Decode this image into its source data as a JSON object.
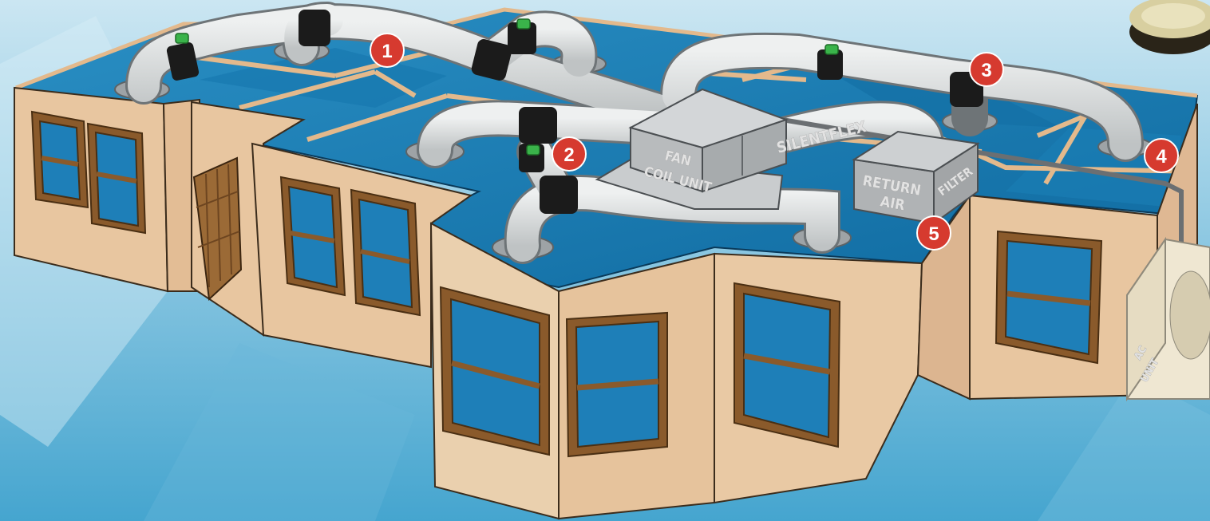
{
  "colors": {
    "sky_top": "#c6e3f0",
    "sky_bottom": "#4aa8d0",
    "wall": "#e8c7a2",
    "wall_shadow": "#d6b18c",
    "room_floor": "#1f7fb5",
    "room_floor_dark": "#0f5f8f",
    "duct": "#d9dcdc",
    "duct_band": "#1b1b1b",
    "badge": "#d63a2f",
    "window_frame": "#8a5a2b",
    "unit": "#b5b8ba"
  },
  "labels": {
    "fan_coil_unit_line1": "FAN",
    "fan_coil_unit_line2": "COIL UNIT",
    "silentflex": "SILENTFLEX",
    "return_air_line1": "RETURN",
    "return_air_line2": "AIR",
    "filter": "FILTER",
    "ac_unit_line1": "AC",
    "ac_unit_line2": "UNIT"
  },
  "callouts": [
    "1",
    "2",
    "3",
    "4",
    "5"
  ]
}
